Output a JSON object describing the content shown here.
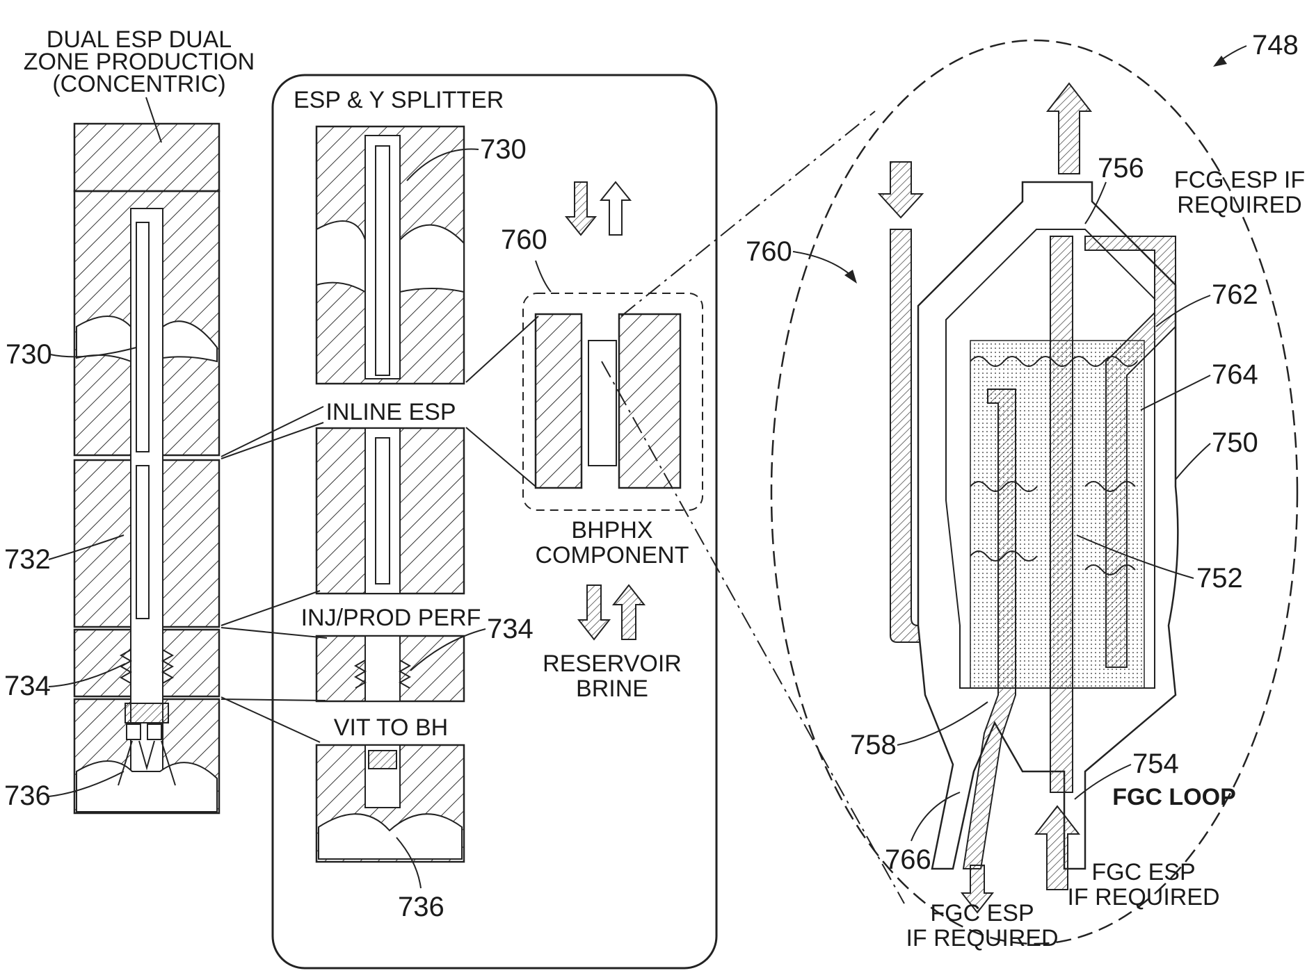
{
  "left_column": {
    "title_lines": [
      "DUAL ESP DUAL",
      "ZONE PRODUCTION",
      "(CONCENTRIC)"
    ],
    "refs": [
      "730",
      "732",
      "734",
      "736"
    ]
  },
  "middle_panel": {
    "title": "ESP & Y SPLITTER",
    "section_inline": "INLINE ESP",
    "section_perf": "INJ/PROD PERF",
    "section_vit": "VIT TO BH",
    "refs": {
      "top": "730",
      "perf": "734",
      "bottom": "736",
      "bhphx": "760"
    },
    "bhphx_lines": [
      "BHPHX",
      "COMPONENT"
    ],
    "brine_lines": [
      "RESERVOIR",
      "BRINE"
    ]
  },
  "detail": {
    "fig_ref": "748",
    "refs": {
      "r756": "756",
      "r760": "760",
      "r762": "762",
      "r764": "764",
      "r750": "750",
      "r752": "752",
      "r758": "758",
      "r754": "754",
      "r766": "766"
    },
    "fcg_top_lines": [
      "FCG ESP IF",
      "REQUIRED"
    ],
    "fgc_loop": "FGC LOOP",
    "fgc_bottom_left_lines": [
      "FGC ESP",
      "IF REQUIRED"
    ],
    "fgc_bottom_right_lines": [
      "FGC ESP",
      "IF REQUIRED"
    ]
  }
}
